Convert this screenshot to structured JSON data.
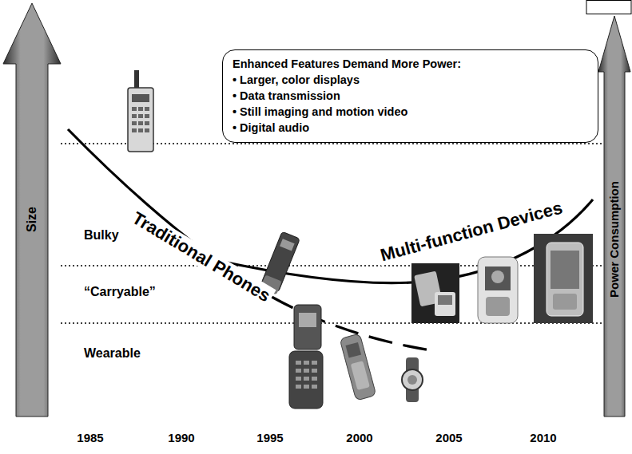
{
  "diagram": {
    "nodes": [
      {
        "text": [
          "Enhanced Features Demand More Power:",
          "• Larger, color displays",
          "• Data transmission",
          "• Still imaging and motion video",
          "• Digital audio"
        ]
      }
    ],
    "labels": [
      "Size",
      "Power Consumption",
      "Bulky",
      "“Carryable”",
      "Wearable",
      "Traditional Phones",
      "Multi-function Devices",
      "1985",
      "1990",
      "1995",
      "2000",
      "2005",
      "2010"
    ]
  }
}
